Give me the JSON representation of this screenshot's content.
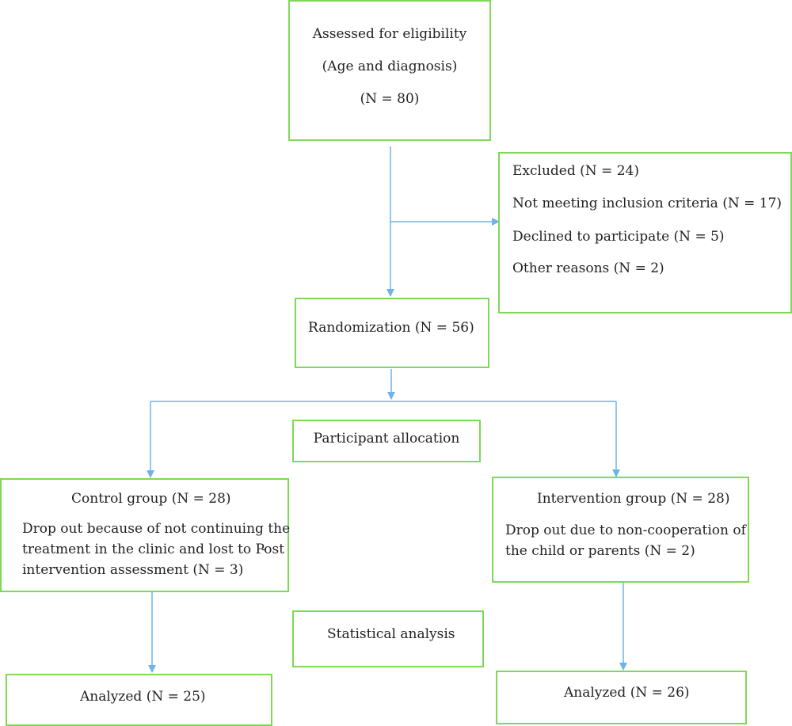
{
  "colors": {
    "box_border": "#7ed957",
    "arrow": "#6fb3e8",
    "text": "#222222"
  },
  "eligibility": {
    "line1": "Assessed for eligibility",
    "line2": "(Age and diagnosis)",
    "line3": "(N = 80)"
  },
  "excluded": {
    "title": "Excluded (N = 24)",
    "reason1": "Not meeting inclusion criteria (N = 17)",
    "reason2": "Declined to participate (N = 5)",
    "reason3": "Other reasons (N = 2)"
  },
  "randomization": {
    "label": "Randomization (N = 56)"
  },
  "allocation": {
    "label": "Participant allocation"
  },
  "control": {
    "title": "Control group (N = 28)",
    "line1": "Drop out because of not continuing the",
    "line2": "treatment in the clinic and lost to Post",
    "line2b": "-",
    "line3": "intervention assessment (N = 3)"
  },
  "intervention": {
    "title": "Intervention group (N = 28)",
    "line1": "Drop out due to non-cooperation of",
    "line2": "the child or parents (N = 2)"
  },
  "statistics": {
    "label": "Statistical analysis"
  },
  "analyzed_control": {
    "label": "Analyzed (N = 25)"
  },
  "analyzed_intervention": {
    "label": "Analyzed (N = 26)"
  }
}
